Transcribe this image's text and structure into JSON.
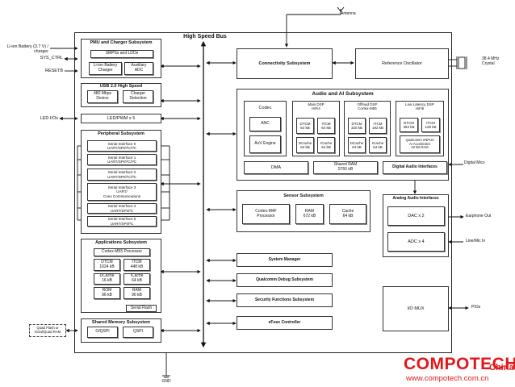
{
  "diagram": {
    "high_speed_bus": "High Speed Bus",
    "antenna": "Antenna",
    "gnd": "GND",
    "left_signals": {
      "battery": "Li-ion Battery (3.7 V) /\ncharger",
      "sys_ctrl": "SYS_CTRL",
      "resetb": "RESETB",
      "led_ios": "LED I/Os",
      "quad_flash": "Quad Flash or\nOctal/Quad RAM"
    },
    "right_signals": {
      "crystal": "38.4 MHz\nCrystal",
      "digital_mics": "Digital Mics",
      "earphone_out": "Earphone Out",
      "line_mic_in": "Line/Mic In",
      "pios": "PIOs"
    },
    "pmu": {
      "title": "PMU and Charger Subsystem",
      "smps": "SMPSs and LDOs",
      "charger": "Li-ion Battery\nCharger",
      "adc": "Auxiliary\nADC"
    },
    "usb": {
      "title": "USB 2.0 High Speed",
      "device": "480 Mbps\nDevice",
      "charger_detect": "Charger\nDetection"
    },
    "led": "LED/PWM x 5",
    "peripheral": {
      "title": "Peripheral Subsystem",
      "ifaces": [
        "Serial Interface 0\nUART/SPI/I²C/I³C",
        "Serial Interface 1\nUART/SPI/I²C/I³C",
        "Serial Interface 2\nUART/SPI/I²C/I³C",
        "Serial Interface 3\nUART/\nCoex Communications",
        "Serial Interface 4\nUART/SPI/I²C",
        "Serial Interface 5\nUART/SPI/I²C"
      ]
    },
    "apps": {
      "title": "Applications Subsystem",
      "cpu": "Cortex-M55 Processor",
      "dtcm": "DTCM\n1024 kB",
      "itcm": "ITCM\n448 kB",
      "dcache": "DCache\n16 kB",
      "icache": "ICache\n64 kB",
      "rom": "ROM\n96 kB",
      "ram": "RAM\n96 kB",
      "serial_flash": "Serial Flash"
    },
    "shared_mem": {
      "title": "Shared Memory Subsystem",
      "oqspi": "O/QSPI",
      "qspi": "QSPI"
    },
    "connectivity": "Connectivity Subsystem",
    "ref_osc": "Reference Oscillator",
    "audio": {
      "title": "Audio and AI Subsystem",
      "codec": "Codec",
      "anc": "ANC",
      "aov": "AoV Engine",
      "main_dsp_title": "Main DSP\nHiFi4",
      "main_dtcm": "DTCM\n64 kB",
      "main_itcm": "ITCM\n64 kB",
      "main_dcache": "DCache\n64 kB",
      "main_icache": "ICache\n64 kB",
      "off_dsp_title": "Offload DSP\nCortex-M55",
      "off_dtcm": "DTCM\n320 kB",
      "off_itcm": "ITCM\n192 kB",
      "off_dcache": "DCache\n64 kB",
      "off_icache": "ICache\n64 kB",
      "ll_dsp_title": "Low Latency DSP\nHiFi5",
      "ll_dtcm": "DTCM\n384 kB",
      "ll_itcm": "ITCM\n128 kB",
      "npu": "Qualcomm eNPU3\nAI Accelerator\n42 kB RAM",
      "dma": "DMA",
      "shared_ram": "Shared RAM\n5760 kB",
      "digital_audio": "Digital Audio Interfaces"
    },
    "sensor": {
      "title": "Sensor Subsystem",
      "cpu": "Cortex-M4F\nProcessor",
      "ram": "RAM\n672 kB",
      "cache": "Cache\n64 kB"
    },
    "analog": {
      "title": "Analog Audio Interfaces",
      "dac": "DAC x 2",
      "adc": "ADC x 4"
    },
    "system_manager": "System Manager",
    "debug": "Qualcomm Debug Subsystem",
    "security": "Security Functions Subsystem",
    "efuse": "eFuse Controller",
    "io_mux": "I/O MUX"
  },
  "watermark": {
    "brand": "COMPOTECH",
    "region": "China",
    "url": "www.compotech.com.cn"
  }
}
